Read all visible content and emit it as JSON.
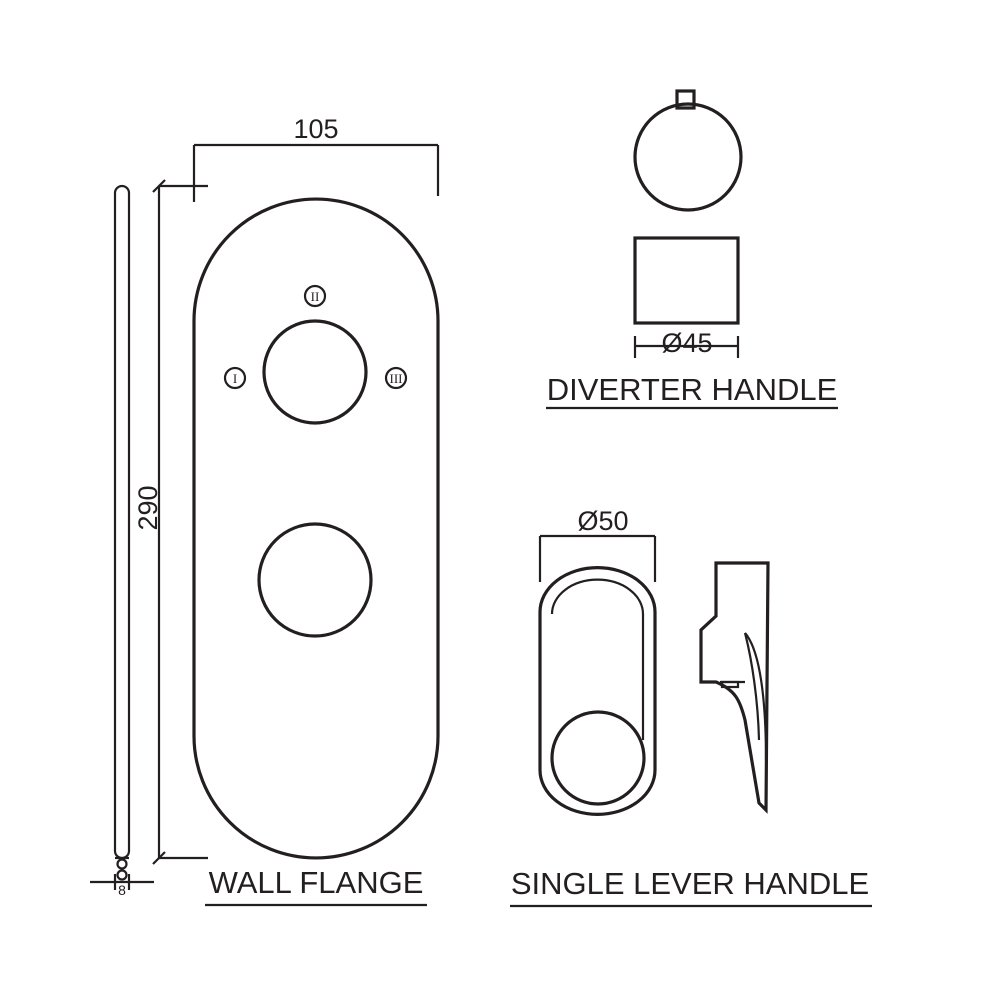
{
  "wall_flange": {
    "label": "WALL FLANGE",
    "width_dim": "105",
    "height_dim": "290",
    "thickness_dim": "8",
    "markers": [
      "I",
      "II",
      "III"
    ]
  },
  "diverter_handle": {
    "label": "DIVERTER HANDLE",
    "diameter_dim": "Ø45"
  },
  "single_lever_handle": {
    "label": "SINGLE LEVER HANDLE",
    "diameter_dim": "Ø50"
  },
  "colors": {
    "line": "#231f20",
    "background": "#ffffff"
  }
}
